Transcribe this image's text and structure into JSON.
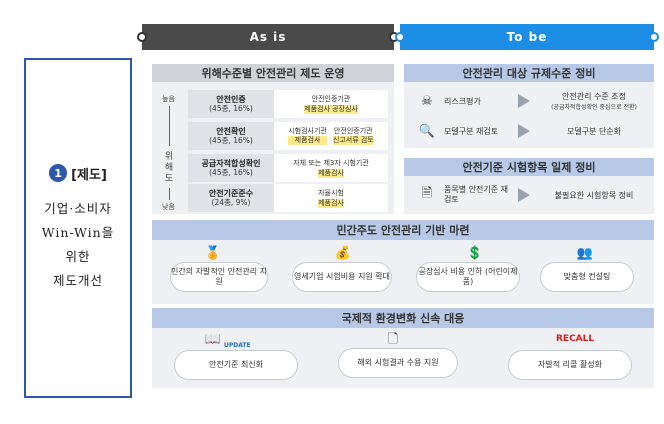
{
  "left": {
    "num": "1",
    "category": "[제도]",
    "lines": [
      "기업·소비자",
      "Win-Win을",
      "위한",
      "제도개선"
    ]
  },
  "headers": {
    "asis": "As is",
    "tobe": "To be"
  },
  "asis": {
    "title": "위해수준별 안전관리 제도 운영",
    "level_high": "높음",
    "level_low": "낮음",
    "axis_label": "위해도",
    "rows": [
      {
        "name": "안전인증",
        "sub": "(45종, 16%)",
        "c1": "안전인증기관",
        "c2": "제품검사 공장심사"
      },
      {
        "name": "안전확인",
        "sub": "(45종, 16%)",
        "c1": "시험검사기관",
        "c1b": "제품검사",
        "c2": "안전인증기관",
        "c2b": "신고서류 검토"
      },
      {
        "name": "공급자적합성확인",
        "sub": "(45종, 16%)",
        "c1": "자체 또는 제3자 시험기관",
        "c2": "제품검사"
      },
      {
        "name": "안전기준준수",
        "sub": "(24종, 9%)",
        "c1": "자율시험",
        "c2": "제품검사"
      }
    ]
  },
  "tobe": {
    "panel1_title": "안전관리 대상 규제수준 정비",
    "row1_left": "리스크평가",
    "row1_right": "안전관리 수준 조정",
    "row1_right_sub": "(공급자적합성확인 중심으로 전환)",
    "row2_left": "모델구분 재검토",
    "row2_right": "모델구분 단순화",
    "panel2_title": "안전기준 시험항목 일제 정비",
    "row3_left": "품목별 안전기준 재검토",
    "row3_right": "불필요한 시험항목 정비"
  },
  "band1": {
    "title": "민간주도 안전관리 기반 마련",
    "chips": [
      "민간의 자발적인 안전관리 지원",
      "영세기업 시험비용 지원 확대",
      "공장심사 비용 인하 (어린이제품)",
      "맞춤형 컨설팅"
    ]
  },
  "band2": {
    "title": "국제적 환경변화 신속 대응",
    "chips": [
      "안전기준 최신화",
      "해외 시험결과 수용 지원",
      "자발적 리콜 활성화"
    ],
    "update_label": "UPDATE",
    "recall_label": "RECALL"
  }
}
